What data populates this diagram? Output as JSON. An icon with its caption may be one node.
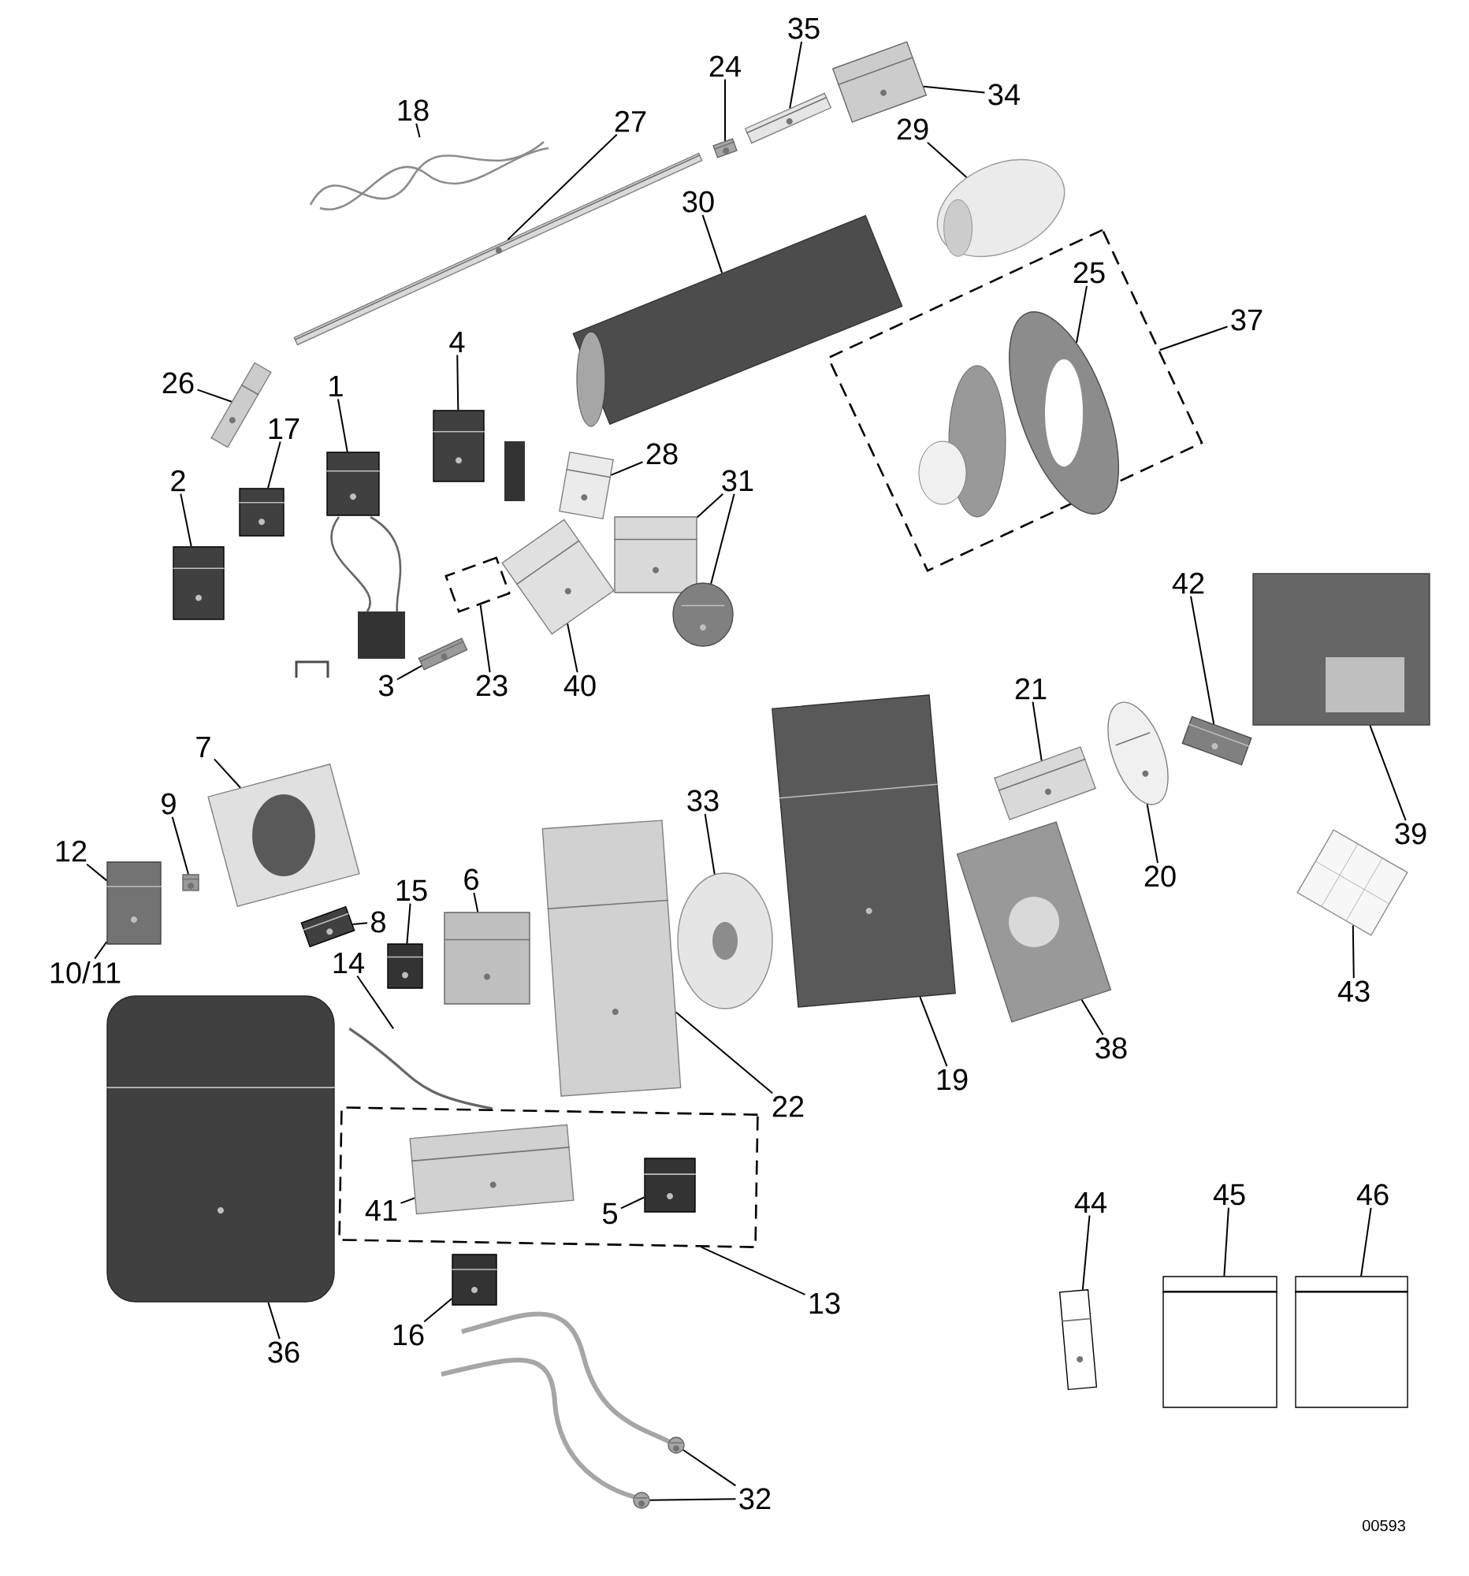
{
  "diagram": {
    "nodes": [
      {
        "text": [
          "18"
        ]
      },
      {
        "text": [],
        "shape": "picture"
      },
      {
        "text": [
          "27"
        ]
      },
      {
        "text": [],
        "shape": "picture"
      },
      {
        "text": [
          "24"
        ]
      },
      {
        "text": [],
        "shape": "picture"
      },
      {
        "text": [
          "35"
        ]
      },
      {
        "text": [],
        "shape": "picture"
      },
      {
        "text": [
          "34"
        ]
      },
      {
        "text": [],
        "shape": "picture"
      },
      {
        "text": [
          "29"
        ]
      },
      {
        "text": [],
        "shape": "picture"
      },
      {
        "text": [
          "30"
        ]
      },
      {
        "text": [],
        "shape": "picture"
      },
      {
        "text": [
          "37"
        ]
      },
      {
        "text": [],
        "shape": "box"
      },
      {
        "text": [
          "25"
        ],
        "in": 15
      },
      {
        "text": [],
        "shape": "picture",
        "in": 15
      },
      {
        "text": [
          "4"
        ]
      },
      {
        "text": [],
        "shape": "picture"
      },
      {
        "text": [
          "26"
        ]
      },
      {
        "text": [],
        "shape": "picture"
      },
      {
        "text": [
          "1"
        ]
      },
      {
        "text": [],
        "shape": "picture"
      },
      {
        "text": [
          "17"
        ]
      },
      {
        "text": [],
        "shape": "picture"
      },
      {
        "text": [
          "28"
        ]
      },
      {
        "text": [],
        "shape": "picture"
      },
      {
        "text": [
          "31"
        ]
      },
      {
        "text": [],
        "shape": "picture"
      },
      {
        "text": [],
        "shape": "picture"
      },
      {
        "text": [
          "2"
        ]
      },
      {
        "text": [],
        "shape": "picture"
      },
      {
        "text": [
          "3"
        ]
      },
      {
        "text": [],
        "shape": "picture"
      },
      {
        "text": [
          "23"
        ]
      },
      {
        "text": [],
        "shape": "box"
      },
      {
        "text": [
          "40"
        ]
      },
      {
        "text": [],
        "shape": "picture"
      },
      {
        "text": [
          "42"
        ]
      },
      {
        "text": [],
        "shape": "picture"
      },
      {
        "text": [
          "39"
        ]
      },
      {
        "text": [],
        "shape": "picture"
      },
      {
        "text": [
          "7"
        ]
      },
      {
        "text": [],
        "shape": "picture"
      },
      {
        "text": [
          "9"
        ]
      },
      {
        "text": [],
        "shape": "picture"
      },
      {
        "text": [
          "12"
        ]
      },
      {
        "text": [],
        "shape": "picture"
      },
      {
        "text": [
          "10/11"
        ]
      },
      {
        "text": [
          "15"
        ]
      },
      {
        "text": [],
        "shape": "picture"
      },
      {
        "text": [
          "6"
        ]
      },
      {
        "text": [],
        "shape": "picture"
      },
      {
        "text": [
          "33"
        ]
      },
      {
        "text": [],
        "shape": "picture"
      },
      {
        "text": [
          "21"
        ]
      },
      {
        "text": [],
        "shape": "picture"
      },
      {
        "text": [
          "20"
        ]
      },
      {
        "text": [],
        "shape": "picture"
      },
      {
        "text": [
          "8"
        ]
      },
      {
        "text": [],
        "shape": "picture"
      },
      {
        "text": [
          "43"
        ]
      },
      {
        "text": [],
        "shape": "picture"
      },
      {
        "text": [
          "14"
        ]
      },
      {
        "text": [],
        "shape": "picture"
      },
      {
        "text": [
          "19"
        ]
      },
      {
        "text": [],
        "shape": "picture"
      },
      {
        "text": [
          "38"
        ]
      },
      {
        "text": [],
        "shape": "picture"
      },
      {
        "text": [
          "22"
        ]
      },
      {
        "text": [],
        "shape": "picture"
      },
      {
        "text": [
          "13"
        ]
      },
      {
        "text": [],
        "shape": "box"
      },
      {
        "text": [
          "41"
        ],
        "in": 73
      },
      {
        "text": [],
        "shape": "picture",
        "in": 73
      },
      {
        "text": [
          "5"
        ],
        "in": 73
      },
      {
        "text": [],
        "shape": "picture",
        "in": 73
      },
      {
        "text": [
          "44"
        ]
      },
      {
        "text": [],
        "shape": "picture"
      },
      {
        "text": [
          "45"
        ]
      },
      {
        "text": [],
        "shape": "box"
      },
      {
        "text": [
          "46"
        ]
      },
      {
        "text": [],
        "shape": "box"
      },
      {
        "text": [
          "36"
        ]
      },
      {
        "text": [],
        "shape": "picture"
      },
      {
        "text": [
          "16"
        ]
      },
      {
        "text": [],
        "shape": "picture"
      },
      {
        "text": [
          "32"
        ]
      },
      {
        "text": [],
        "shape": "picture"
      },
      {
        "text": [],
        "shape": "picture"
      }
    ],
    "edges": [
      {
        "from": 0,
        "to": 1,
        "arrow": "none"
      },
      {
        "from": 2,
        "to": 3,
        "arrow": "none"
      },
      {
        "from": 4,
        "to": 5,
        "arrow": "none"
      },
      {
        "from": 6,
        "to": 7,
        "arrow": "none"
      },
      {
        "from": 8,
        "to": 9,
        "arrow": "none"
      },
      {
        "from": 10,
        "to": 11,
        "arrow": "none"
      },
      {
        "from": 12,
        "to": 13,
        "arrow": "none"
      },
      {
        "from": 14,
        "to": 15,
        "arrow": "none"
      },
      {
        "from": 16,
        "to": 17,
        "arrow": "none"
      },
      {
        "from": 18,
        "to": 19,
        "arrow": "none"
      },
      {
        "from": 20,
        "to": 21,
        "arrow": "none"
      },
      {
        "from": 22,
        "to": 23,
        "arrow": "none"
      },
      {
        "from": 24,
        "to": 25,
        "arrow": "none"
      },
      {
        "from": 26,
        "to": 27,
        "arrow": "none"
      },
      {
        "from": 28,
        "to": 29,
        "arrow": "none"
      },
      {
        "from": 28,
        "to": 30,
        "arrow": "none"
      },
      {
        "from": 31,
        "to": 32,
        "arrow": "none"
      },
      {
        "from": 33,
        "to": 34,
        "arrow": "none"
      },
      {
        "from": 35,
        "to": 36,
        "arrow": "none"
      },
      {
        "from": 37,
        "to": 38,
        "arrow": "none"
      },
      {
        "from": 39,
        "to": 40,
        "arrow": "none"
      },
      {
        "from": 41,
        "to": 42,
        "arrow": "none"
      },
      {
        "from": 43,
        "to": 44,
        "arrow": "none"
      },
      {
        "from": 45,
        "to": 46,
        "arrow": "none"
      },
      {
        "from": 47,
        "to": 48,
        "arrow": "none"
      },
      {
        "from": 49,
        "to": 48,
        "arrow": "none"
      },
      {
        "from": 50,
        "to": 51,
        "arrow": "none"
      },
      {
        "from": 52,
        "to": 53,
        "arrow": "none"
      },
      {
        "from": 54,
        "to": 55,
        "arrow": "none"
      },
      {
        "from": 56,
        "to": 57,
        "arrow": "none"
      },
      {
        "from": 58,
        "to": 59,
        "arrow": "none"
      },
      {
        "from": 60,
        "to": 61,
        "arrow": "none"
      },
      {
        "from": 62,
        "to": 63,
        "arrow": "none"
      },
      {
        "from": 64,
        "to": 65,
        "arrow": "none"
      },
      {
        "from": 66,
        "to": 67,
        "arrow": "none"
      },
      {
        "from": 68,
        "to": 69,
        "arrow": "none"
      },
      {
        "from": 70,
        "to": 71,
        "arrow": "none"
      },
      {
        "from": 72,
        "to": 73,
        "arrow": "none"
      },
      {
        "from": 74,
        "to": 75,
        "arrow": "none"
      },
      {
        "from": 76,
        "to": 77,
        "arrow": "none"
      },
      {
        "from": 78,
        "to": 79,
        "arrow": "none"
      },
      {
        "from": 80,
        "to": 81,
        "arrow": "none"
      },
      {
        "from": 82,
        "to": 83,
        "arrow": "none"
      },
      {
        "from": 84,
        "to": 85,
        "arrow": "none"
      },
      {
        "from": 86,
        "to": 87,
        "arrow": "none"
      },
      {
        "from": 88,
        "to": 89,
        "arrow": "none"
      },
      {
        "from": 88,
        "to": 90,
        "arrow": "none"
      }
    ],
    "labels": [
      "00593"
    ]
  }
}
